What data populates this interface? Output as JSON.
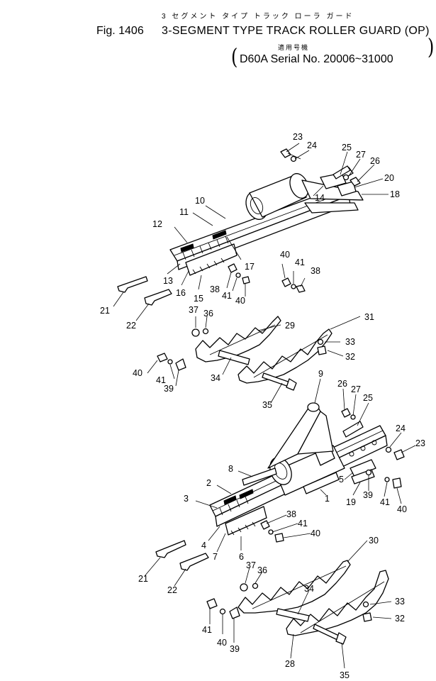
{
  "header": {
    "ruby_title": "3 セグメント タイプ トラック ローラ ガード",
    "figure_label": "Fig. 1406",
    "title": "3-SEGMENT TYPE TRACK ROLLER GUARD (OP)",
    "ruby_applicability": "適用号機",
    "serial_line": "D60A Serial No. 20006~31000"
  },
  "upper_assembly": {
    "callouts": [
      "23",
      "24",
      "25",
      "27",
      "26",
      "20",
      "18",
      "14",
      "10",
      "11",
      "12",
      "17",
      "13",
      "16",
      "15",
      "38",
      "41",
      "40",
      "40",
      "41",
      "38",
      "21",
      "22",
      "37",
      "36",
      "29",
      "31",
      "33",
      "32",
      "40",
      "41",
      "39",
      "34",
      "35"
    ]
  },
  "lower_assembly": {
    "callouts": [
      "9",
      "26",
      "27",
      "25",
      "24",
      "23",
      "8",
      "2",
      "3",
      "5",
      "1",
      "19",
      "39",
      "41",
      "40",
      "38",
      "41",
      "40",
      "4",
      "7",
      "6",
      "21",
      "22",
      "37",
      "36",
      "30",
      "34",
      "33",
      "32",
      "41",
      "40",
      "39",
      "28",
      "35"
    ]
  }
}
